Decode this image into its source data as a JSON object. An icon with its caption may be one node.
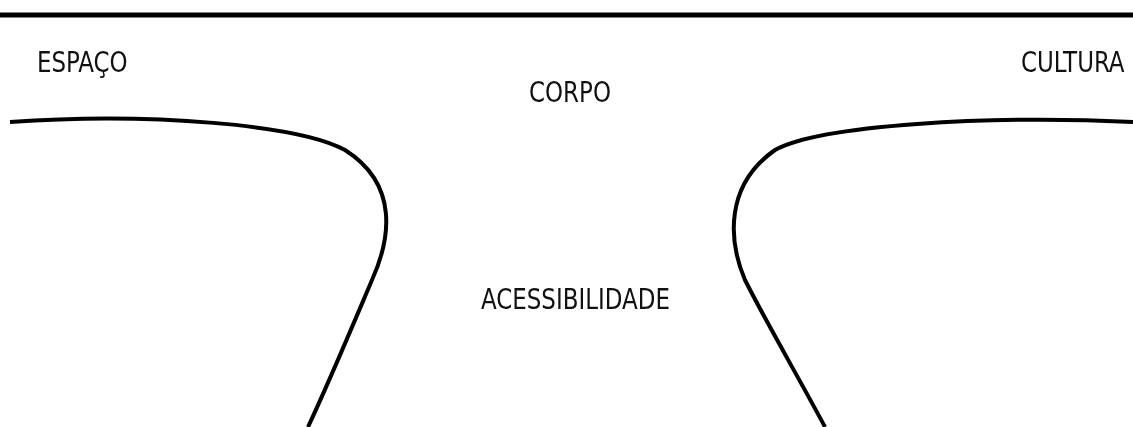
{
  "diagram": {
    "labels": [
      "ESPAÇO",
      "CORPO",
      "CULTURA",
      "ACESSIBILIDADE"
    ]
  }
}
